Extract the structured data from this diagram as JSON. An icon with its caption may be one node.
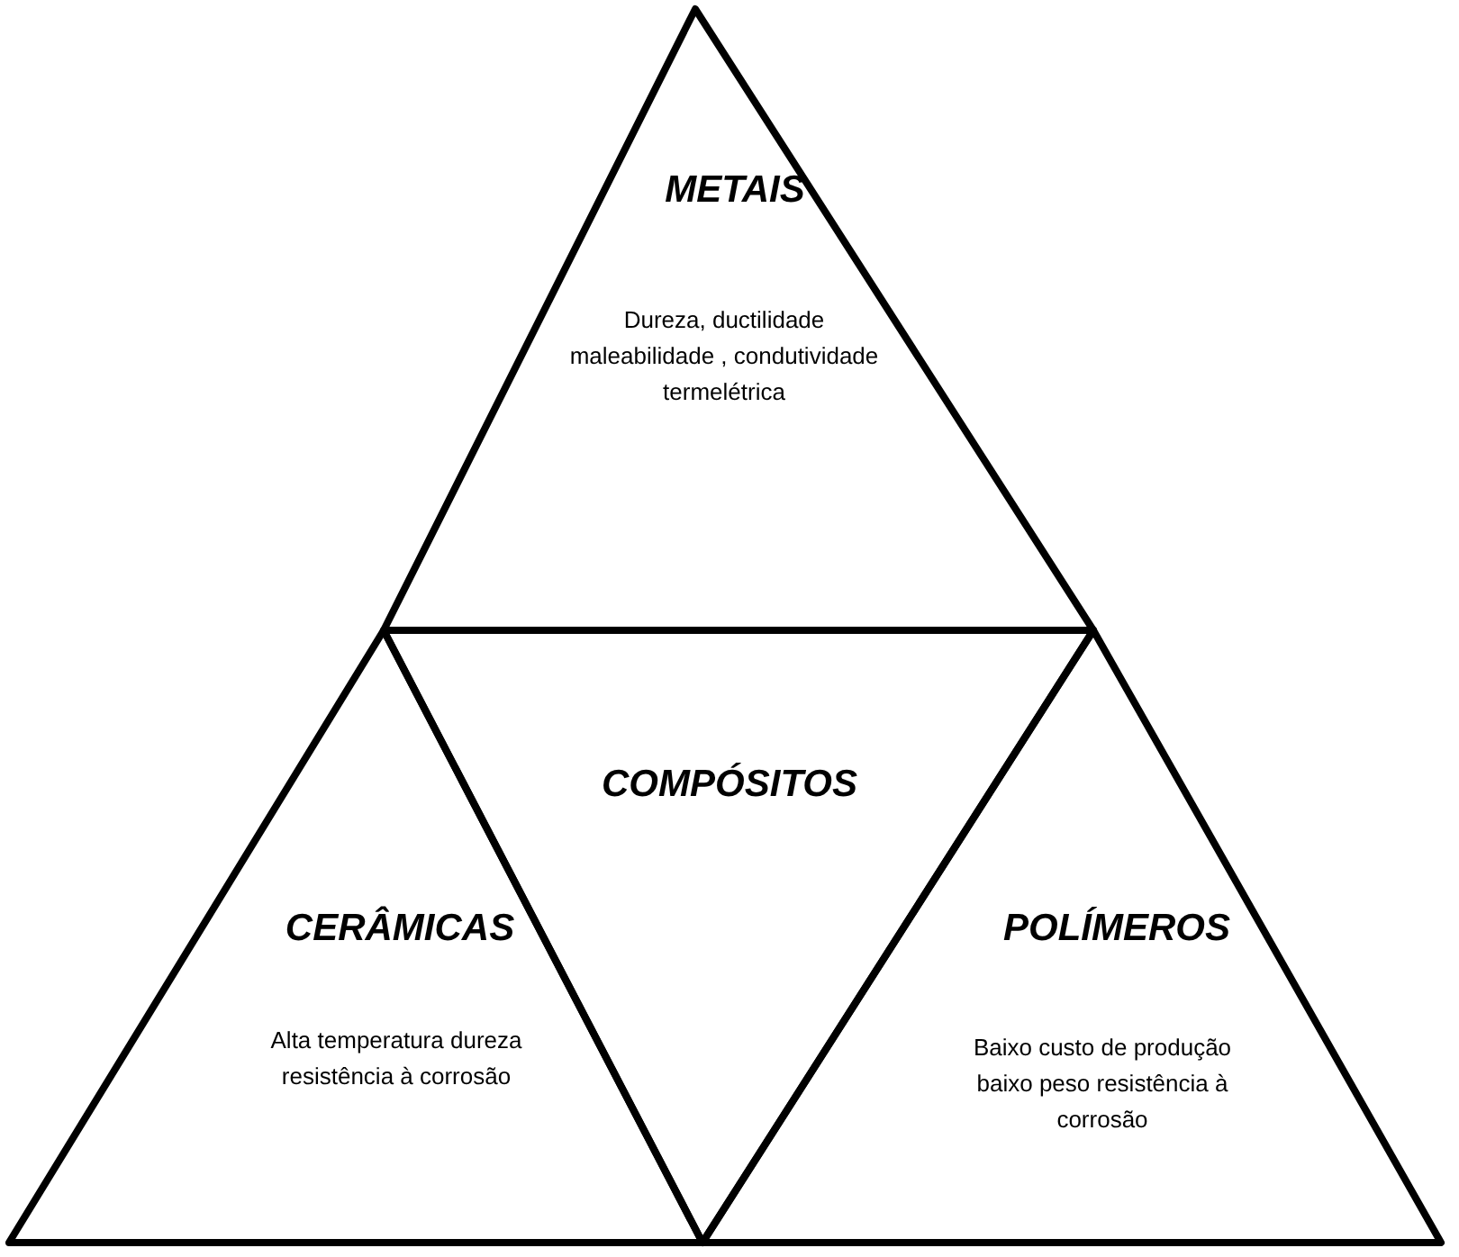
{
  "diagram": {
    "nodes": [
      {
        "text": [
          "METAIS",
          "Dureza, ductilidade maleabilidade , condutividade termelétrica"
        ]
      },
      {
        "text": [
          "COMPÓSITOS"
        ]
      },
      {
        "text": [
          "CERÂMICAS",
          "Alta temperatura dureza resistência à corrosão"
        ]
      },
      {
        "text": [
          "POLÍMEROS",
          "Baixo custo de produção baixo peso resistência à corrosão"
        ]
      }
    ]
  }
}
